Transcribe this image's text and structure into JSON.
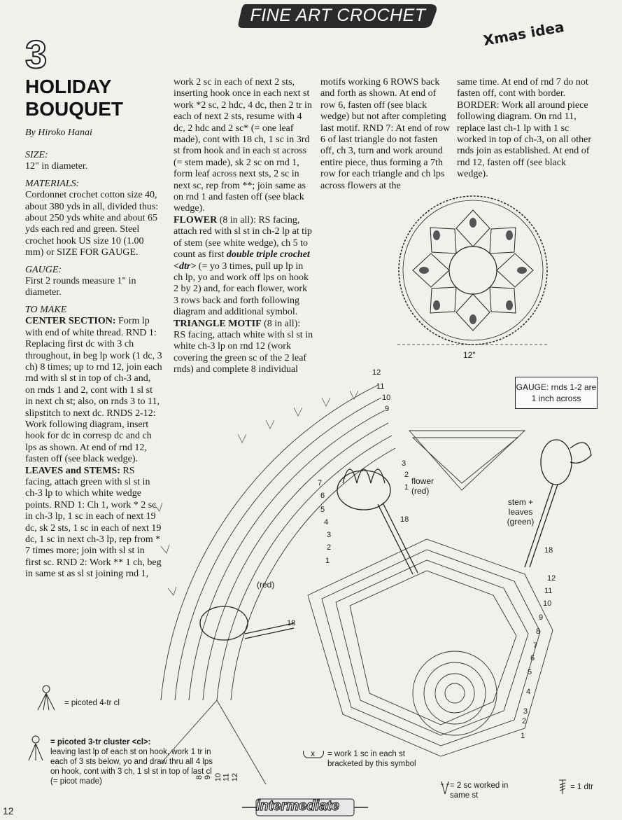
{
  "header": {
    "banner": "FINE ART CROCHET",
    "note": "Xmas idea"
  },
  "pattern": {
    "number": "3",
    "title_line1": "HOLIDAY",
    "title_line2": "BOUQUET",
    "byline": "By Hiroko Hanai"
  },
  "col1": {
    "size_label": "SIZE:",
    "size_text": "12\" in diameter.",
    "materials_label": "MATERIALS:",
    "materials_text": "Cordonnet crochet cotton size 40, about 380 yds in all, divided thus: about 250 yds white and about 65 yds each red and green. Steel crochet hook US size 10 (1.00 mm) or SIZE FOR GAUGE.",
    "gauge_label": "GAUGE:",
    "gauge_text": "First 2 rounds measure 1\" in diameter.",
    "tomake_label": "TO MAKE",
    "center_heading": "CENTER SECTION:",
    "center_text": " Form lp with end of white thread. RND 1: Replacing first dc with 3 ch throughout, in beg lp work (1 dc, 3 ch) 8 times; up to rnd 12, join each rnd with sl st in top of ch-3 and, on rnds 1 and 2, cont with 1 sl st in next ch st; also, on rnds 3 to 11, slipstitch to next dc. RNDS 2-12: Work following diagram, insert hook for dc in corresp dc and ch lps as shown. At end of rnd 12, fasten off (see black wedge).",
    "leaves_heading": "LEAVES and STEMS:",
    "leaves_text": " RS facing, attach green with sl st in ch-3 lp to which white wedge points. RND 1: Ch 1, work * 2 sc in ch-3 lp, 1 sc in each of next 19 dc, sk 2 sts, 1 sc in each of next 19 dc, 1 sc in next ch-3 lp, rep from * 7 times more; join with sl st in first sc. RND 2: Work ** 1 ch, beg in same st as sl st joining rnd 1,"
  },
  "col2": {
    "text1": "work 2 sc in each of next 2 sts, inserting hook once in each next st work *2 sc, 2 hdc, 4 dc, then 2 tr in each of next 2 sts, resume with 4 dc, 2 hdc and 2 sc* (= one leaf made), cont with 18 ch, 1 sc in 3rd st from hook and in each st across (= stem made), sk 2 sc on rnd 1, form leaf across next sts, 2 sc in next sc, rep from **; join same as on rnd 1 and fasten off (see black wedge).",
    "flower_heading": "FLOWER",
    "flower_text_a": " (8 in all): RS facing, attach red with sl st in ch-2 lp at tip of stem (see white wedge), ch 5 to count as first ",
    "flower_dtr": "double triple crochet <dtr>",
    "flower_text_b": " (= yo 3 times, pull up lp in ch lp, yo and work off lps on hook 2 by 2) and, for each flower, work 3 rows back and forth following diagram and additional symbol.",
    "triangle_heading": "TRIANGLE MOTIF",
    "triangle_text": " (8 in all): RS facing, attach white with sl st in white ch-3 lp on rnd 12 (work covering the green sc of the 2 leaf rnds) and complete 8 individual"
  },
  "col3": {
    "text": "motifs working 6 ROWS back and forth as shown. At end of row 6, fasten off (see black wedge) but not after completing last motif. RND 7: At end of row 6 of last triangle do not fasten off, ch 3, turn and work around entire piece, thus forming a 7th row for each triangle and ch lps across flowers at the"
  },
  "col4": {
    "text": "same time. At end of rnd 7 do not fasten off, cont with border. BORDER: Work all around piece following diagram. On rnd 11, replace last ch-1 lp with 1 sc worked in top of ch-3, on all other rnds join as established. At end of rnd 12, fasten off (see black wedge)."
  },
  "diagram": {
    "dimension": "12\"",
    "gauge_box": "GAUGE: rnds 1-2 are 1 inch across",
    "flower_label": "flower (red)",
    "red_label": "(red)",
    "stem_label": "stem + leaves (green)",
    "stem_count_1": "18",
    "stem_count_2": "18",
    "stem_count_3": "18",
    "border_rounds_top": [
      "12",
      "11",
      "10",
      "9"
    ],
    "triangle_rows": [
      "7",
      "6",
      "5",
      "4",
      "3",
      "2",
      "1"
    ],
    "flower_rows": [
      "3",
      "2",
      "1"
    ],
    "center_rounds": [
      "12",
      "11",
      "10",
      "9",
      "8",
      "7",
      "6",
      "5",
      "4",
      "3",
      "2",
      "1"
    ],
    "bottom_rounds": [
      "8",
      "9",
      "10",
      "11",
      "12"
    ]
  },
  "legend": {
    "picoted_4tr": "= picoted 4-tr cl",
    "picoted_3tr_title": "= picoted 3-tr cluster <cl>:",
    "picoted_3tr_text": "leaving last lp of each st on hook, work 1 tr in each of 3 sts below, yo and draw thru all 4 lps on hook, cont with 3 ch, 1 sl st in top of last cl (= picot made)",
    "bracket_text": "= work 1 sc in each st bracketed by this symbol",
    "two_sc_text": "= 2 sc worked in same st",
    "dtr_text": "= 1 dtr"
  },
  "footer": {
    "brand": "intermediate",
    "page": "12"
  }
}
